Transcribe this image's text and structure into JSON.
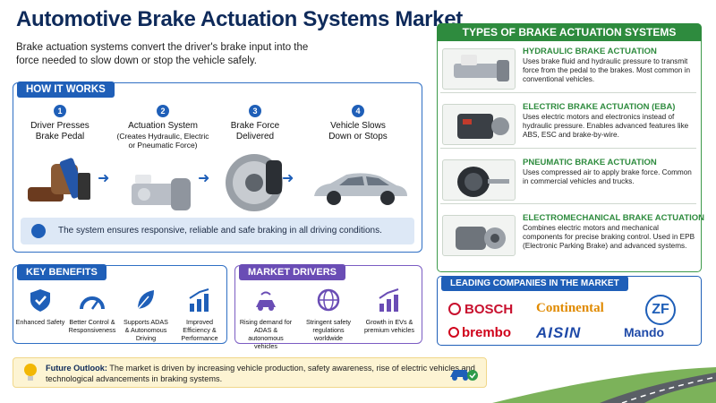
{
  "title": "Automotive Brake Actuation Systems Market",
  "subtitle": "Brake actuation systems convert the driver's brake input into the force needed to slow down or stop the vehicle safely.",
  "how": {
    "header": "HOW IT WORKS",
    "steps": [
      {
        "num": "1",
        "label": "Driver Presses Brake Pedal",
        "sub": ""
      },
      {
        "num": "2",
        "label": "Actuation System",
        "sub": "(Creates Hydraulic, Electric or Pneumatic Force)"
      },
      {
        "num": "3",
        "label": "Brake Force Delivered",
        "sub": ""
      },
      {
        "num": "4",
        "label": "Vehicle Slows Down or Stops",
        "sub": ""
      }
    ],
    "note": "The system ensures responsive, reliable and safe braking in all driving conditions."
  },
  "benefits": {
    "header": "KEY BENEFITS",
    "items": [
      "Enhanced Safety",
      "Better Control & Responsiveness",
      "Supports ADAS & Autonomous Driving",
      "Improved Efficiency & Performance"
    ]
  },
  "drivers": {
    "header": "MARKET DRIVERS",
    "items": [
      "Rising demand for ADAS & autonomous vehicles",
      "Stringent safety regulations worldwide",
      "Growth in EVs & premium vehicles"
    ]
  },
  "outlook": {
    "label": "Future Outlook:",
    "text": "The market is driven by increasing vehicle production, safety awareness, rise of electric vehicles and technological advancements in braking systems."
  },
  "types": {
    "header": "TYPES OF BRAKE ACTUATION SYSTEMS",
    "items": [
      {
        "title": "HYDRAULIC BRAKE ACTUATION",
        "desc": "Uses brake fluid and hydraulic pressure to transmit force from the pedal to the brakes. Most common in conventional vehicles."
      },
      {
        "title": "ELECTRIC BRAKE ACTUATION (EBA)",
        "desc": "Uses electric motors and electronics instead of hydraulic pressure. Enables advanced features like ABS, ESC and brake-by-wire."
      },
      {
        "title": "PNEUMATIC BRAKE ACTUATION",
        "desc": "Uses compressed air to apply brake force. Common in commercial vehicles and trucks."
      },
      {
        "title": "ELECTROMECHANICAL BRAKE ACTUATION",
        "desc": "Combines electric motors and mechanical components for precise braking control. Used in EPB (Electronic Parking Brake) and advanced systems."
      }
    ]
  },
  "leading": {
    "header": "LEADING COMPANIES IN THE MARKET",
    "companies": [
      "BOSCH",
      "Continental",
      "ZF",
      "brembo",
      "AISIN",
      "Mando"
    ]
  },
  "colors": {
    "blue": "#1f5fb8",
    "green": "#2e8b3e",
    "purple": "#6a4db5"
  }
}
